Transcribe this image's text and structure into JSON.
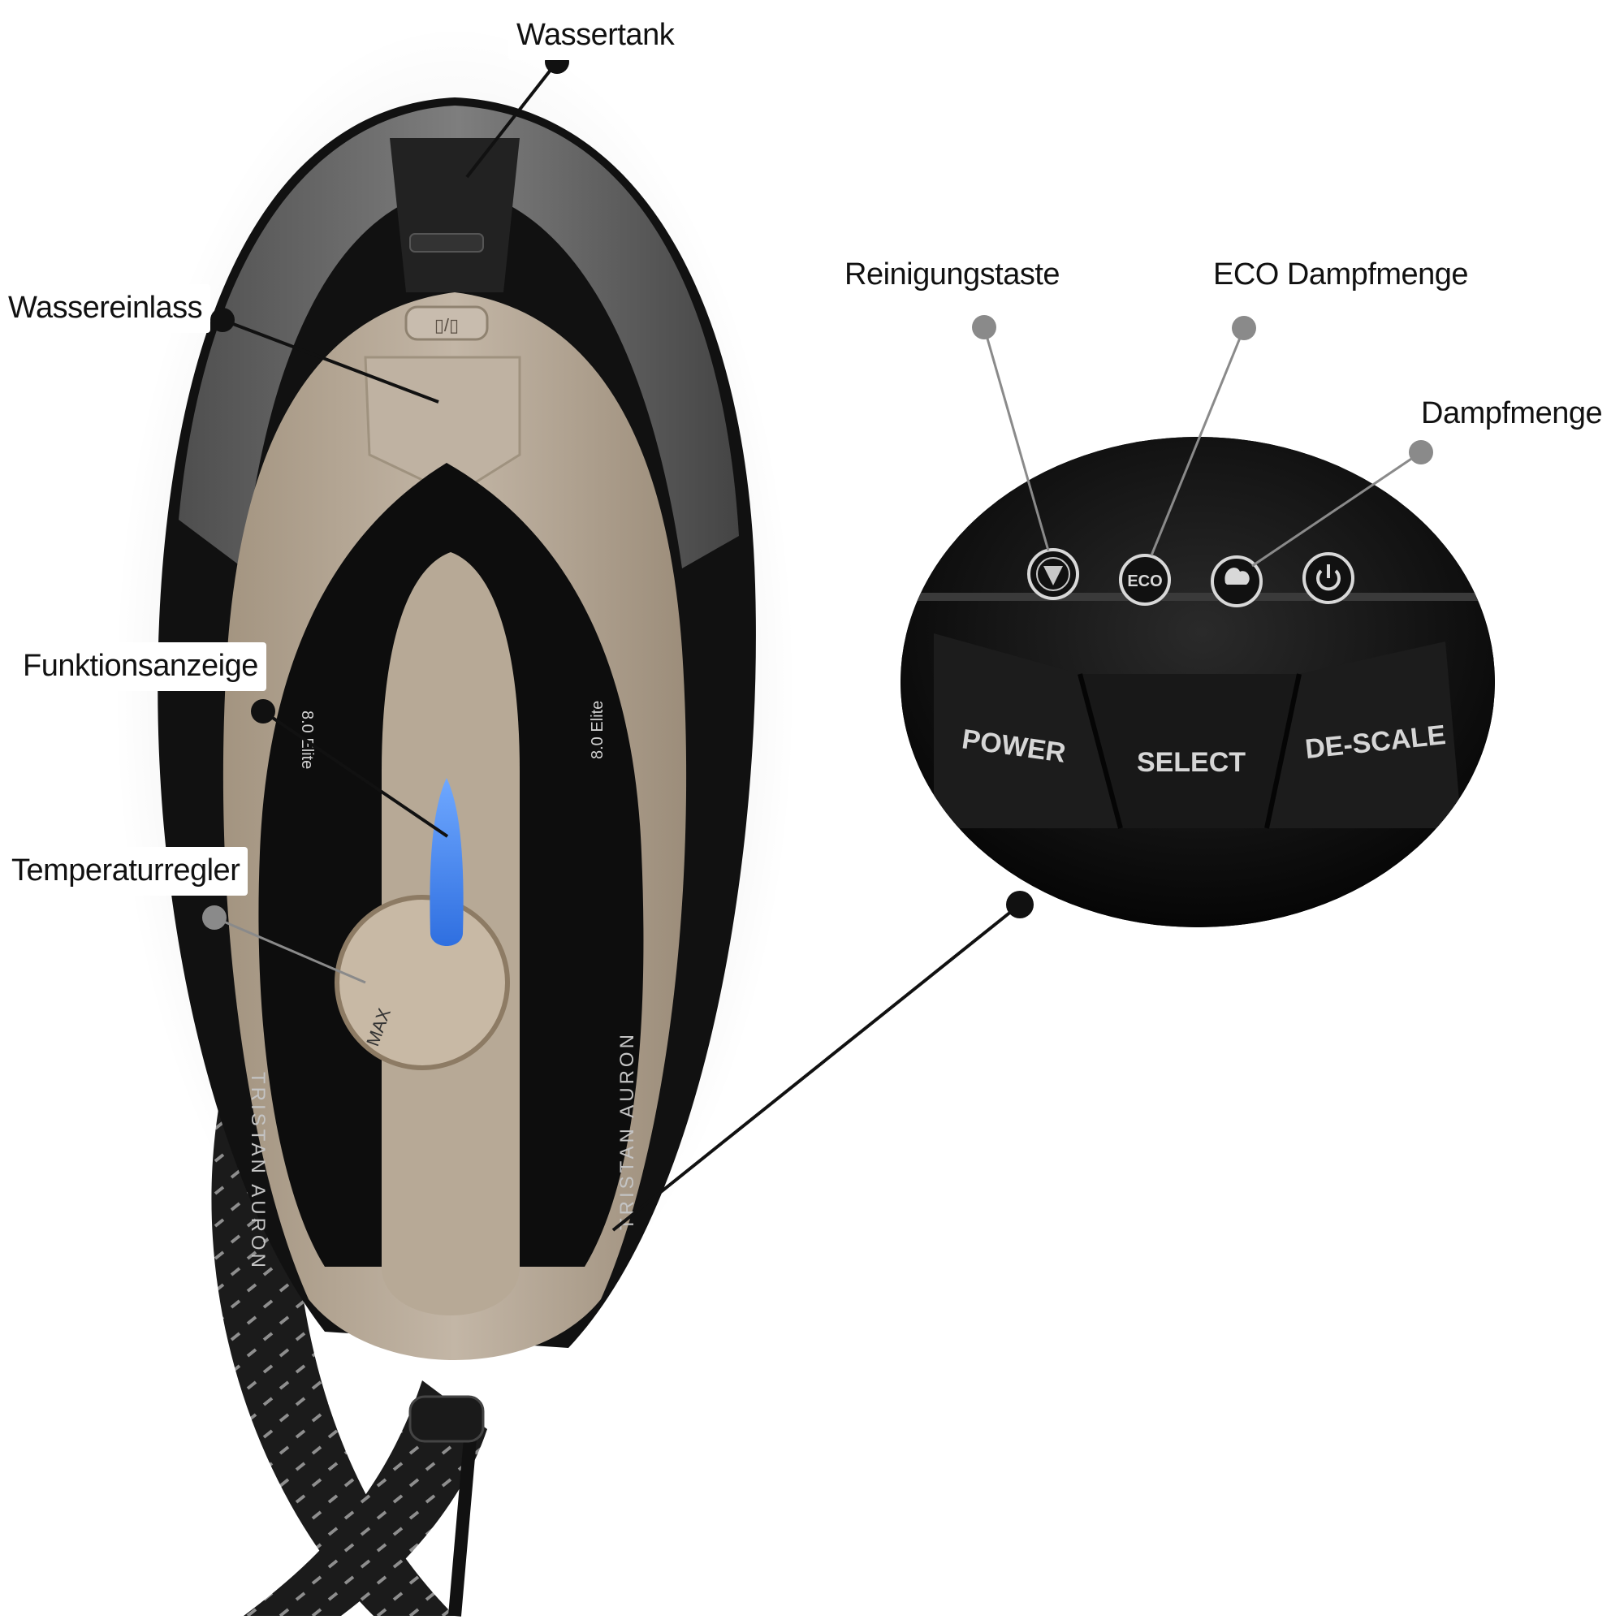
{
  "callouts": {
    "water_tank": "Wassertank",
    "water_inlet": "Wassereinlass",
    "function_indicator": "Funktionsanzeige",
    "temperature_control": "Temperaturregler",
    "cleaning_button": "Reinigungstaste",
    "eco_steam": "ECO Dampfmenge",
    "steam_amount": "Dampfmenge"
  },
  "panel": {
    "power_label": "POWER",
    "select_label": "SELECT",
    "descale_label": "DE-SCALE",
    "eco_icon_text": "ECO"
  },
  "iron": {
    "model_left": "8.0 Elite",
    "model_right": "8.0 Elite",
    "brand_left": "TRISTAN AURON",
    "brand_right": "TRISTAN AURON",
    "dial_text": "MAX"
  },
  "colors": {
    "beige": "#b3a493",
    "body_black": "#111111",
    "led_blue": "#3f8cff",
    "leader_black": "#111111",
    "leader_gray": "#8a8a8a"
  }
}
